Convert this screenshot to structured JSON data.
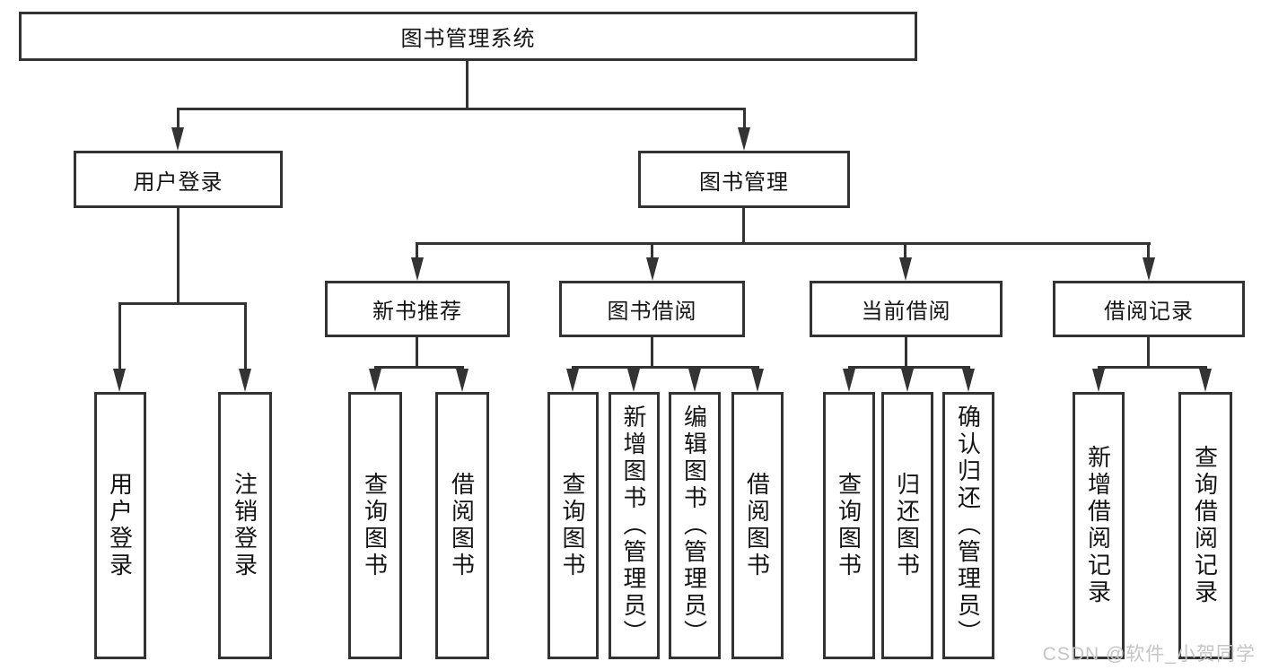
{
  "root": {
    "label": "图书管理系统"
  },
  "user_login": {
    "label": "用户登录",
    "leaves": [
      {
        "label": "用户登录"
      },
      {
        "label": "注销登录"
      }
    ]
  },
  "book_mgmt": {
    "label": "图书管理",
    "groups": [
      {
        "label": "新书推荐",
        "leaves": [
          {
            "label": "查询图书"
          },
          {
            "label": "借阅图书"
          }
        ]
      },
      {
        "label": "图书借阅",
        "leaves": [
          {
            "label": "查询图书"
          },
          {
            "label": "新增图书（管理员）"
          },
          {
            "label": "编辑图书（管理员）"
          },
          {
            "label": "借阅图书"
          }
        ]
      },
      {
        "label": "当前借阅",
        "leaves": [
          {
            "label": "查询图书"
          },
          {
            "label": "归还图书"
          },
          {
            "label": "确认归还（管理员）"
          }
        ]
      },
      {
        "label": "借阅记录",
        "leaves": [
          {
            "label": "新增借阅记录"
          },
          {
            "label": "查询借阅记录"
          }
        ]
      }
    ]
  },
  "watermark": {
    "text": "CSDN @软件_小贺同学"
  },
  "colors": {
    "line": "#333333",
    "box_background": "#ffffff",
    "text": "#141414",
    "watermark": "#c5c5c5"
  }
}
